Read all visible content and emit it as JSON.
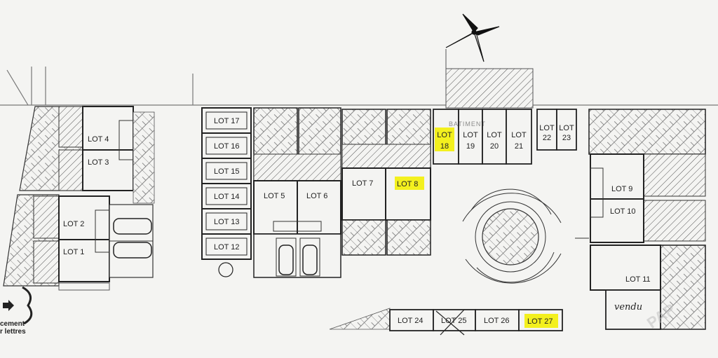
{
  "plan": {
    "lots": {
      "lot1": "LOT 1",
      "lot2": "LOT 2",
      "lot3": "LOT 3",
      "lot4": "LOT 4",
      "lot5": "LOT 5",
      "lot6": "LOT 6",
      "lot7": "LOT 7",
      "lot8": "LOT 8",
      "lot9": "LOT 9",
      "lot10": "LOT 10",
      "lot11": "LOT 11",
      "lot12": "LOT 12",
      "lot13": "LOT 13",
      "lot14": "LOT 14",
      "lot15": "LOT 15",
      "lot16": "LOT 16",
      "lot17": "LOT 17",
      "lot18": {
        "line1": "LOT",
        "line2": "18"
      },
      "lot19": {
        "line1": "LOT",
        "line2": "19"
      },
      "lot20": {
        "line1": "LOT",
        "line2": "20"
      },
      "lot21": {
        "line1": "LOT",
        "line2": "21"
      },
      "lot22": {
        "line1": "LOT",
        "line2": "22"
      },
      "lot23": {
        "line1": "LOT",
        "line2": "23"
      },
      "lot24": "LOT 24",
      "lot25": "LOT 25",
      "lot26": "LOT 26",
      "lot27": "LOT 27"
    },
    "building_label": "BATIMENT",
    "sold_note": "vendu",
    "left_caption": {
      "line1": "cement",
      "line2": "r lettres"
    },
    "watermark": "PAP",
    "colors": {
      "highlight": "#f3f01e",
      "ink": "#2b2b2b",
      "paper": "#f4f4f2"
    }
  }
}
